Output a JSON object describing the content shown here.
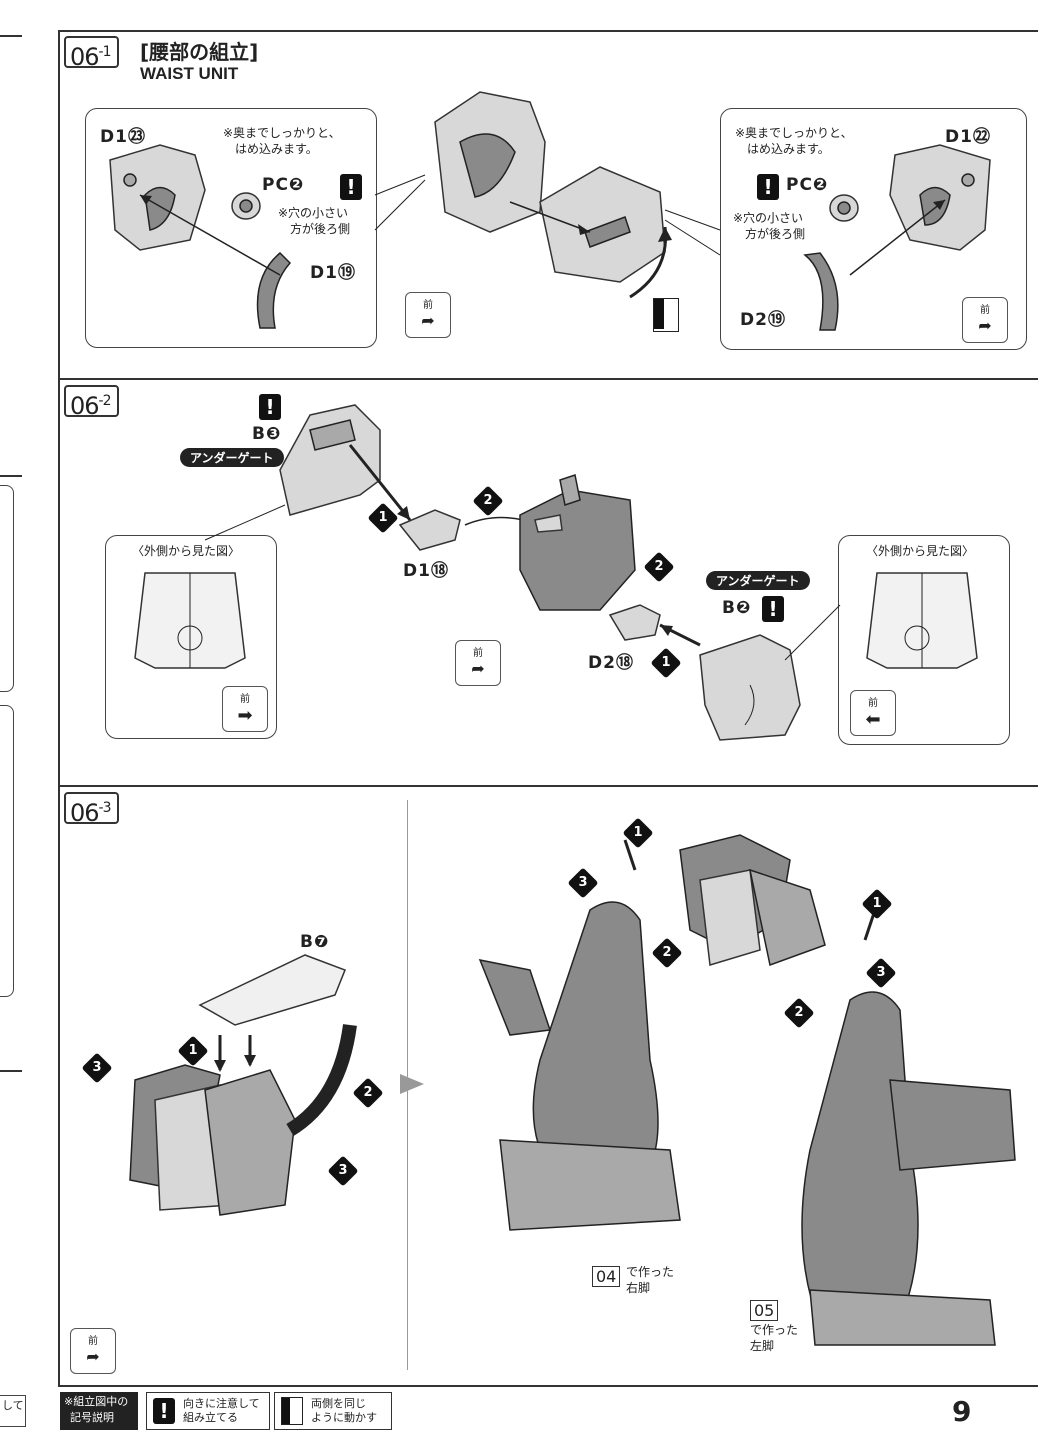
{
  "page": {
    "number": "9",
    "left_edge_fragment": "して"
  },
  "step1": {
    "badge_main": "06",
    "badge_sub": "-1",
    "title_jp": "[腰部の組立]",
    "title_en": "WAIST UNIT",
    "left": {
      "part_main": "D1㉓",
      "note1": "※奥までしっかりと、",
      "note1b": "はめ込みます。",
      "pc": "PC❷",
      "note2": "※穴の小さい",
      "note2b": "方が後ろ側",
      "part_piece": "D1⑲",
      "front_label": "前"
    },
    "right": {
      "part_main": "D1㉒",
      "note1": "※奥までしっかりと、",
      "note1b": "はめ込みます。",
      "pc": "PC❷",
      "note2": "※穴の小さい",
      "note2b": "方が後ろ側",
      "part_piece": "D2⑲",
      "front_label": "前"
    }
  },
  "step2": {
    "badge_main": "06",
    "badge_sub": "-2",
    "left_part": "B❸",
    "under_gate": "アンダーゲート",
    "left_view_title": "〈外側から見た図〉",
    "mid_part1": "D1⑱",
    "mid_part2": "D2⑱",
    "right_under_gate": "アンダーゲート",
    "right_part": "B❷",
    "right_view_title": "〈外側から見た図〉",
    "front_label": "前",
    "step_nums": [
      "1",
      "2",
      "2",
      "1"
    ]
  },
  "step3": {
    "badge_main": "06",
    "badge_sub": "-3",
    "part": "B❼",
    "front_label": "前",
    "ref_right_box": "04",
    "ref_right_text1": "で作った",
    "ref_right_text2": "右脚",
    "ref_left_box": "05",
    "ref_left_text1": "で作った",
    "ref_left_text2": "左脚"
  },
  "legend": {
    "title1": "※組立図中の",
    "title2": "記号説明",
    "item1_line1": "向きに注意して",
    "item1_line2": "組み立てる",
    "item2_line1": "両側を同じ",
    "item2_line2": "ように動かす"
  },
  "colors": {
    "ink": "#222222",
    "plastic_light": "#d8d8d8",
    "plastic_dark": "#8a8a8a"
  }
}
